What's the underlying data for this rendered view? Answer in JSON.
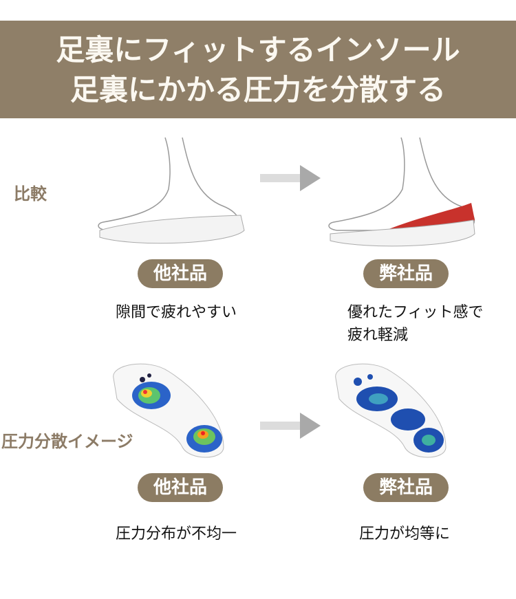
{
  "banner": {
    "line1": "足裏にフィットするインソール",
    "line2": "足裏にかかる圧力を分散する"
  },
  "sections": [
    {
      "label": "比較",
      "left_badge": "他社品",
      "right_badge": "弊社品",
      "left_caption": "隙間で疲れやすい",
      "right_caption_line1": "優れたフィット感で",
      "right_caption_line2": "疲れ軽減"
    },
    {
      "label": "圧力分散イメージ",
      "left_badge": "他社品",
      "right_badge": "弊社品",
      "left_caption": "圧力分布が不均一",
      "right_caption": "圧力が均等に"
    }
  ],
  "colors": {
    "brand": "#8f7f68",
    "insole_red": "#c8322c"
  }
}
